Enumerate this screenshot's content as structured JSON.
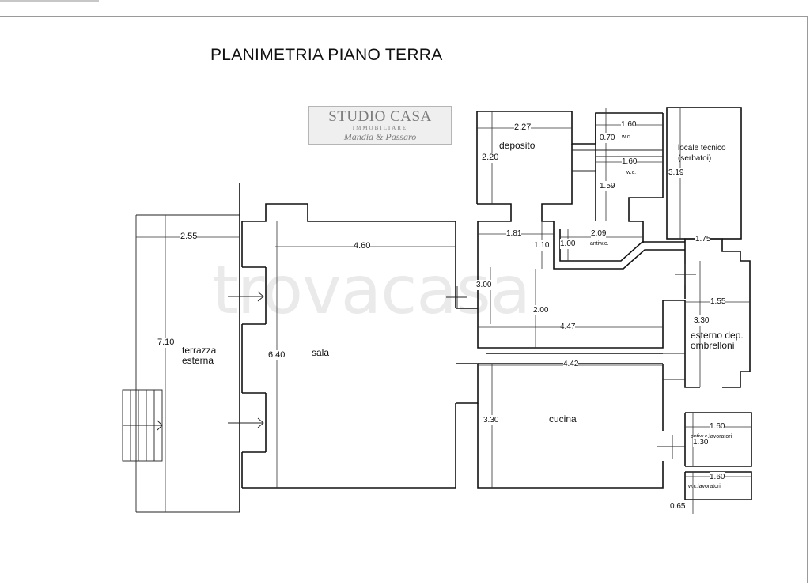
{
  "title": "PLANIMETRIA PIANO TERRA",
  "logo": {
    "line1": "STUDIO CASA",
    "line2": "IMMOBILIARE",
    "line3": "Mandia & Passaro"
  },
  "watermark": "trovacasa",
  "rooms": {
    "terrazza": "terrazza\nesterna",
    "sala": "sala",
    "deposito": "deposito",
    "locale_tecnico": "locale tecnico\n(serbatoi)",
    "esterno": "esterno dep.\nombrelloni",
    "cucina": "cucina",
    "wc": "w.c.",
    "wc2": "w.c.",
    "antiwc": "antiw.c.",
    "antiwc_lavoratori": "antiw.c.lavoratori",
    "wc_lavoratori": "w.c.lavoratori"
  },
  "dimensions": {
    "terrazza_w": "2.55",
    "terrazza_h": "7.10",
    "sala_w": "4.60",
    "sala_h": "6.40",
    "deposito_w": "2.27",
    "deposito_h": "2.20",
    "wc_w1": "1.60",
    "wc_h1": "0.70",
    "wc_w2": "1.60",
    "wc_h2": "1.59",
    "tecnico_h": "3.19",
    "tecnico_w": "1.75",
    "corr_w1": "1.81",
    "corr_h1": "1.10",
    "antiwc_w": "2.09",
    "antiwc_h": "1.00",
    "corr_h2": "3.00",
    "corr_h3": "2.00",
    "corr_w2": "4.47",
    "esterno_w": "1.55",
    "esterno_h": "3.30",
    "cucina_w": "4.42",
    "cucina_h": "3.30",
    "antilav_w": "1.60",
    "antilav_h": "1.30",
    "wclav_w": "1.60",
    "wclav_h": "0.65"
  }
}
